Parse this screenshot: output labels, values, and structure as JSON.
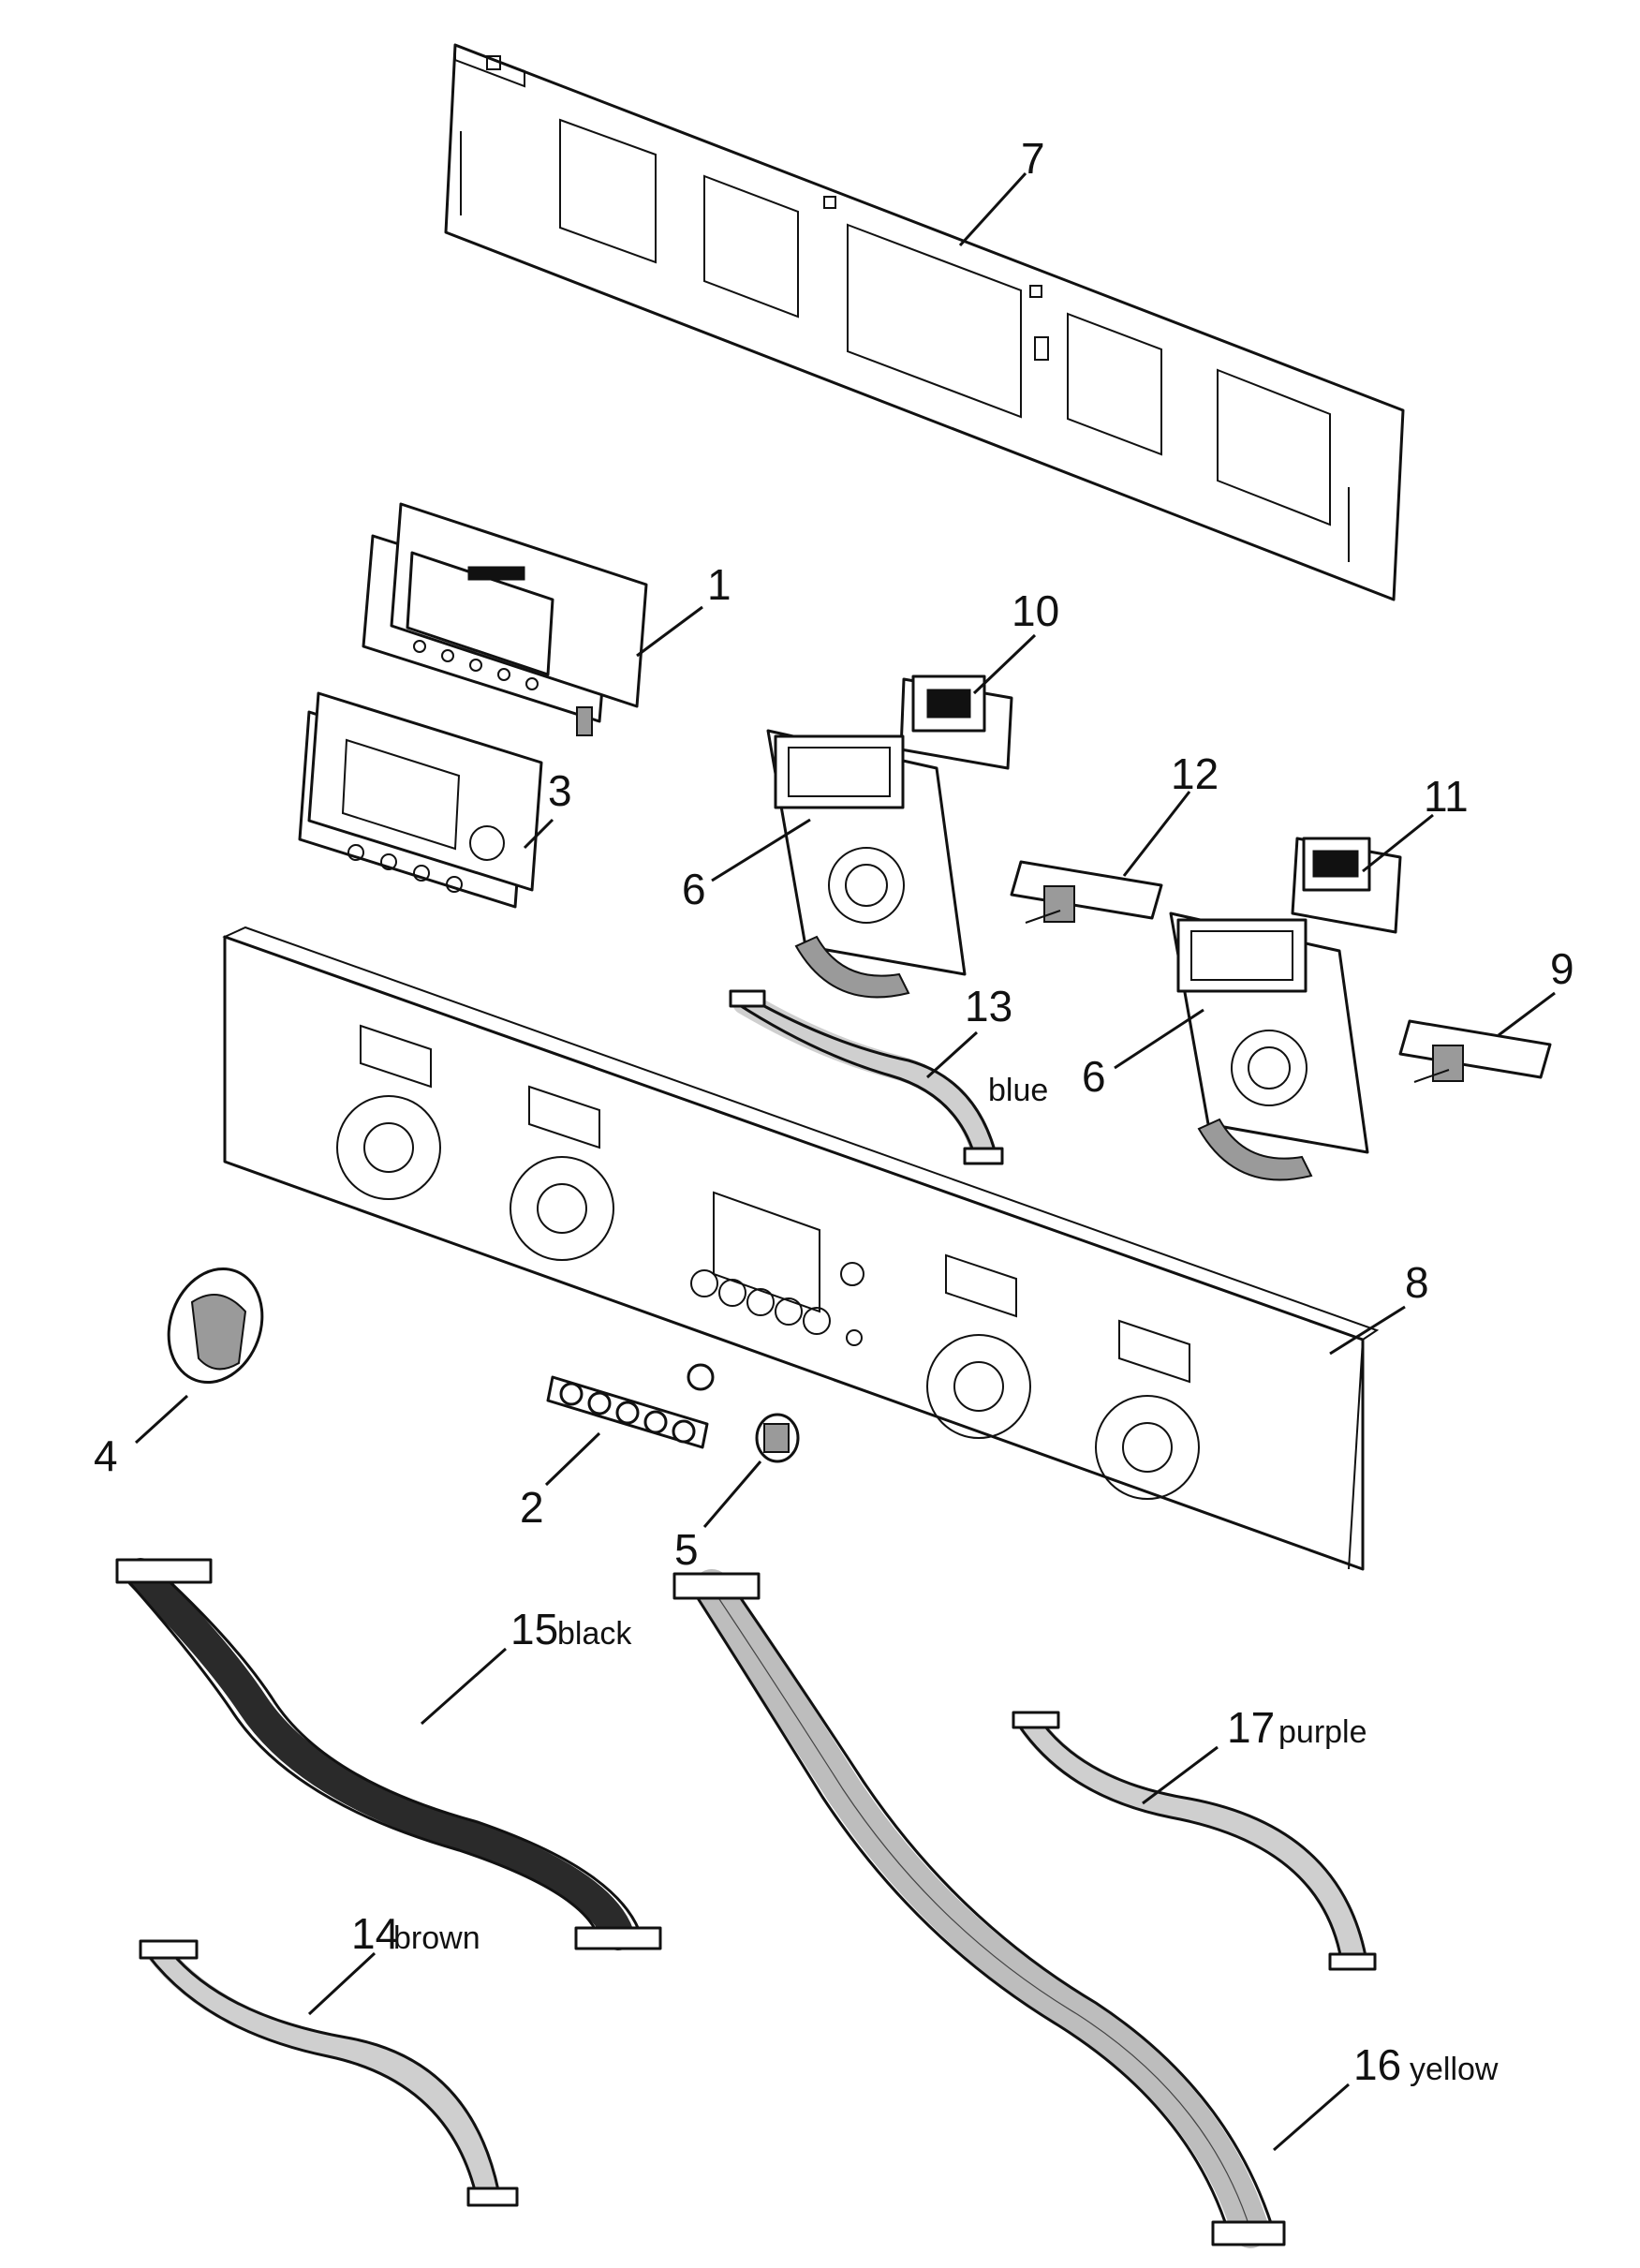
{
  "diagram": {
    "callouts": [
      {
        "id": "c7",
        "number": "7"
      },
      {
        "id": "c1",
        "number": "1"
      },
      {
        "id": "c10",
        "number": "10"
      },
      {
        "id": "c3",
        "number": "3"
      },
      {
        "id": "c12",
        "number": "12"
      },
      {
        "id": "c11",
        "number": "11"
      },
      {
        "id": "c6a",
        "number": "6"
      },
      {
        "id": "c6b",
        "number": "6"
      },
      {
        "id": "c13",
        "number": "13",
        "colour": "blue"
      },
      {
        "id": "c9",
        "number": "9"
      },
      {
        "id": "c8",
        "number": "8"
      },
      {
        "id": "c4",
        "number": "4"
      },
      {
        "id": "c2",
        "number": "2"
      },
      {
        "id": "c5",
        "number": "5"
      },
      {
        "id": "c15",
        "number": "15",
        "colour": "black"
      },
      {
        "id": "c17",
        "number": "17",
        "colour": "purple"
      },
      {
        "id": "c14",
        "number": "14",
        "colour": "brown"
      },
      {
        "id": "c16",
        "number": "16",
        "colour": "yellow"
      }
    ]
  }
}
